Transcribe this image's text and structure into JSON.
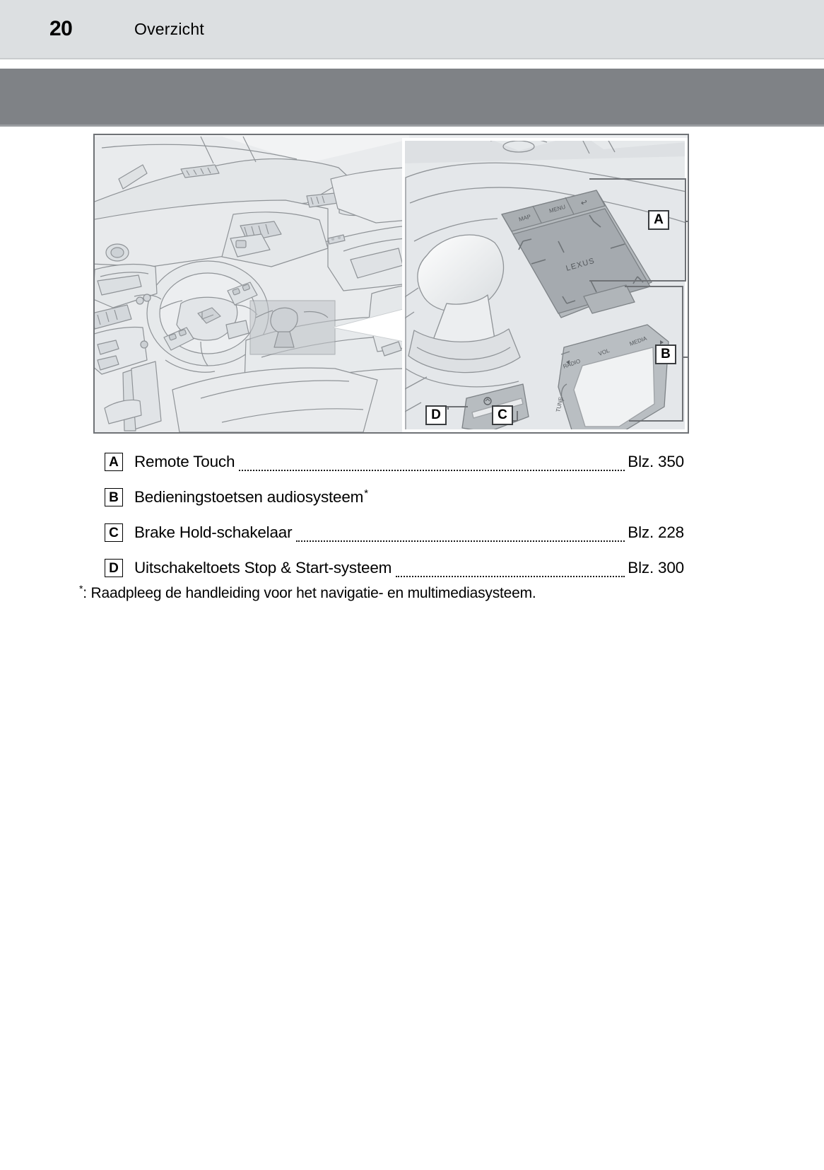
{
  "header": {
    "page_number": "20",
    "chapter_title": "Overzicht"
  },
  "illustration": {
    "alt_name": "Lexus interieur met middenconsole detail",
    "callouts": [
      {
        "letter": "A",
        "target": "Remote Touch trackpad"
      },
      {
        "letter": "B",
        "target": "Bedieningstoetsen audiosysteem"
      },
      {
        "letter": "C",
        "target": "Brake Hold-schakelaar"
      },
      {
        "letter": "D",
        "target": "Uitschakeltoets Stop & Start-systeem"
      }
    ],
    "device_labels": {
      "map": "MAP",
      "menu": "MENU",
      "back": "↩",
      "brand": "LEXUS",
      "radio": "RADIO",
      "vol": "VOL",
      "media": "MEDIA",
      "tune": "TUNE"
    },
    "colors": {
      "frame": "#6f7276",
      "background": "#eceef0",
      "line": "#8c9094",
      "fill_light": "#e2e5e7",
      "fill_mid": "#cfd3d6",
      "fill_dark": "#9ea2a6",
      "band": "#7f8286",
      "header": "#dcdfe1"
    }
  },
  "legend": {
    "items": [
      {
        "letter": "A",
        "label": "Remote Touch",
        "star": false,
        "page": "Blz. 350",
        "has_leader": true
      },
      {
        "letter": "B",
        "label": "Bedieningstoetsen audiosysteem",
        "star": true,
        "page": "",
        "has_leader": false
      },
      {
        "letter": "C",
        "label": "Brake Hold-schakelaar",
        "star": false,
        "page": "Blz. 228",
        "has_leader": true
      },
      {
        "letter": "D",
        "label": "Uitschakeltoets Stop & Start-systeem",
        "star": false,
        "page": "Blz. 300",
        "has_leader": true
      }
    ]
  },
  "footnote": {
    "marker": "*",
    "text": ": Raadpleeg de handleiding voor het navigatie- en multimediasysteem."
  }
}
